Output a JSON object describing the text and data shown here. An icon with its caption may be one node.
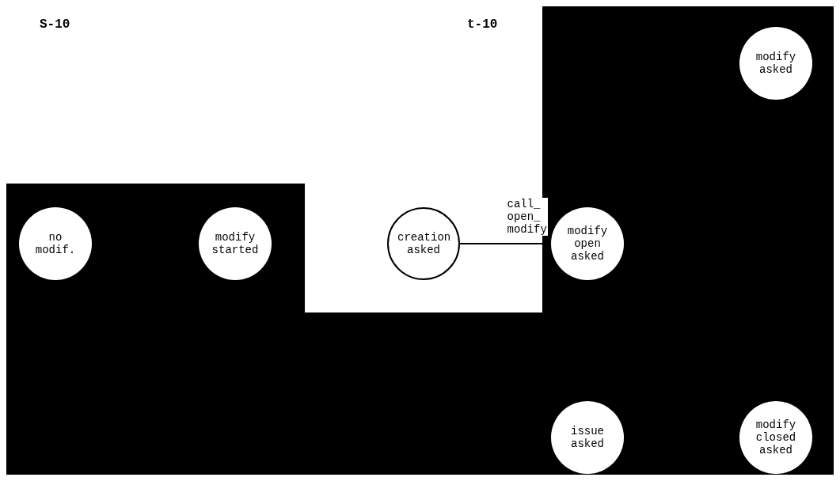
{
  "diagram": {
    "nodes": [
      {
        "text": [
          "no modif."
        ]
      },
      {
        "text": [
          "modify started"
        ]
      },
      {
        "text": [
          "creation asked"
        ]
      },
      {
        "text": [
          "modify open asked"
        ]
      },
      {
        "text": [
          "modify asked"
        ]
      },
      {
        "text": [
          "issue asked"
        ]
      },
      {
        "text": [
          "modify closed asked"
        ]
      }
    ],
    "edges": [
      {
        "from": 2,
        "to": 3,
        "arrow": "none",
        "label": "call_ open_ modify"
      }
    ],
    "labels": [
      "S-10",
      "t-10"
    ]
  }
}
